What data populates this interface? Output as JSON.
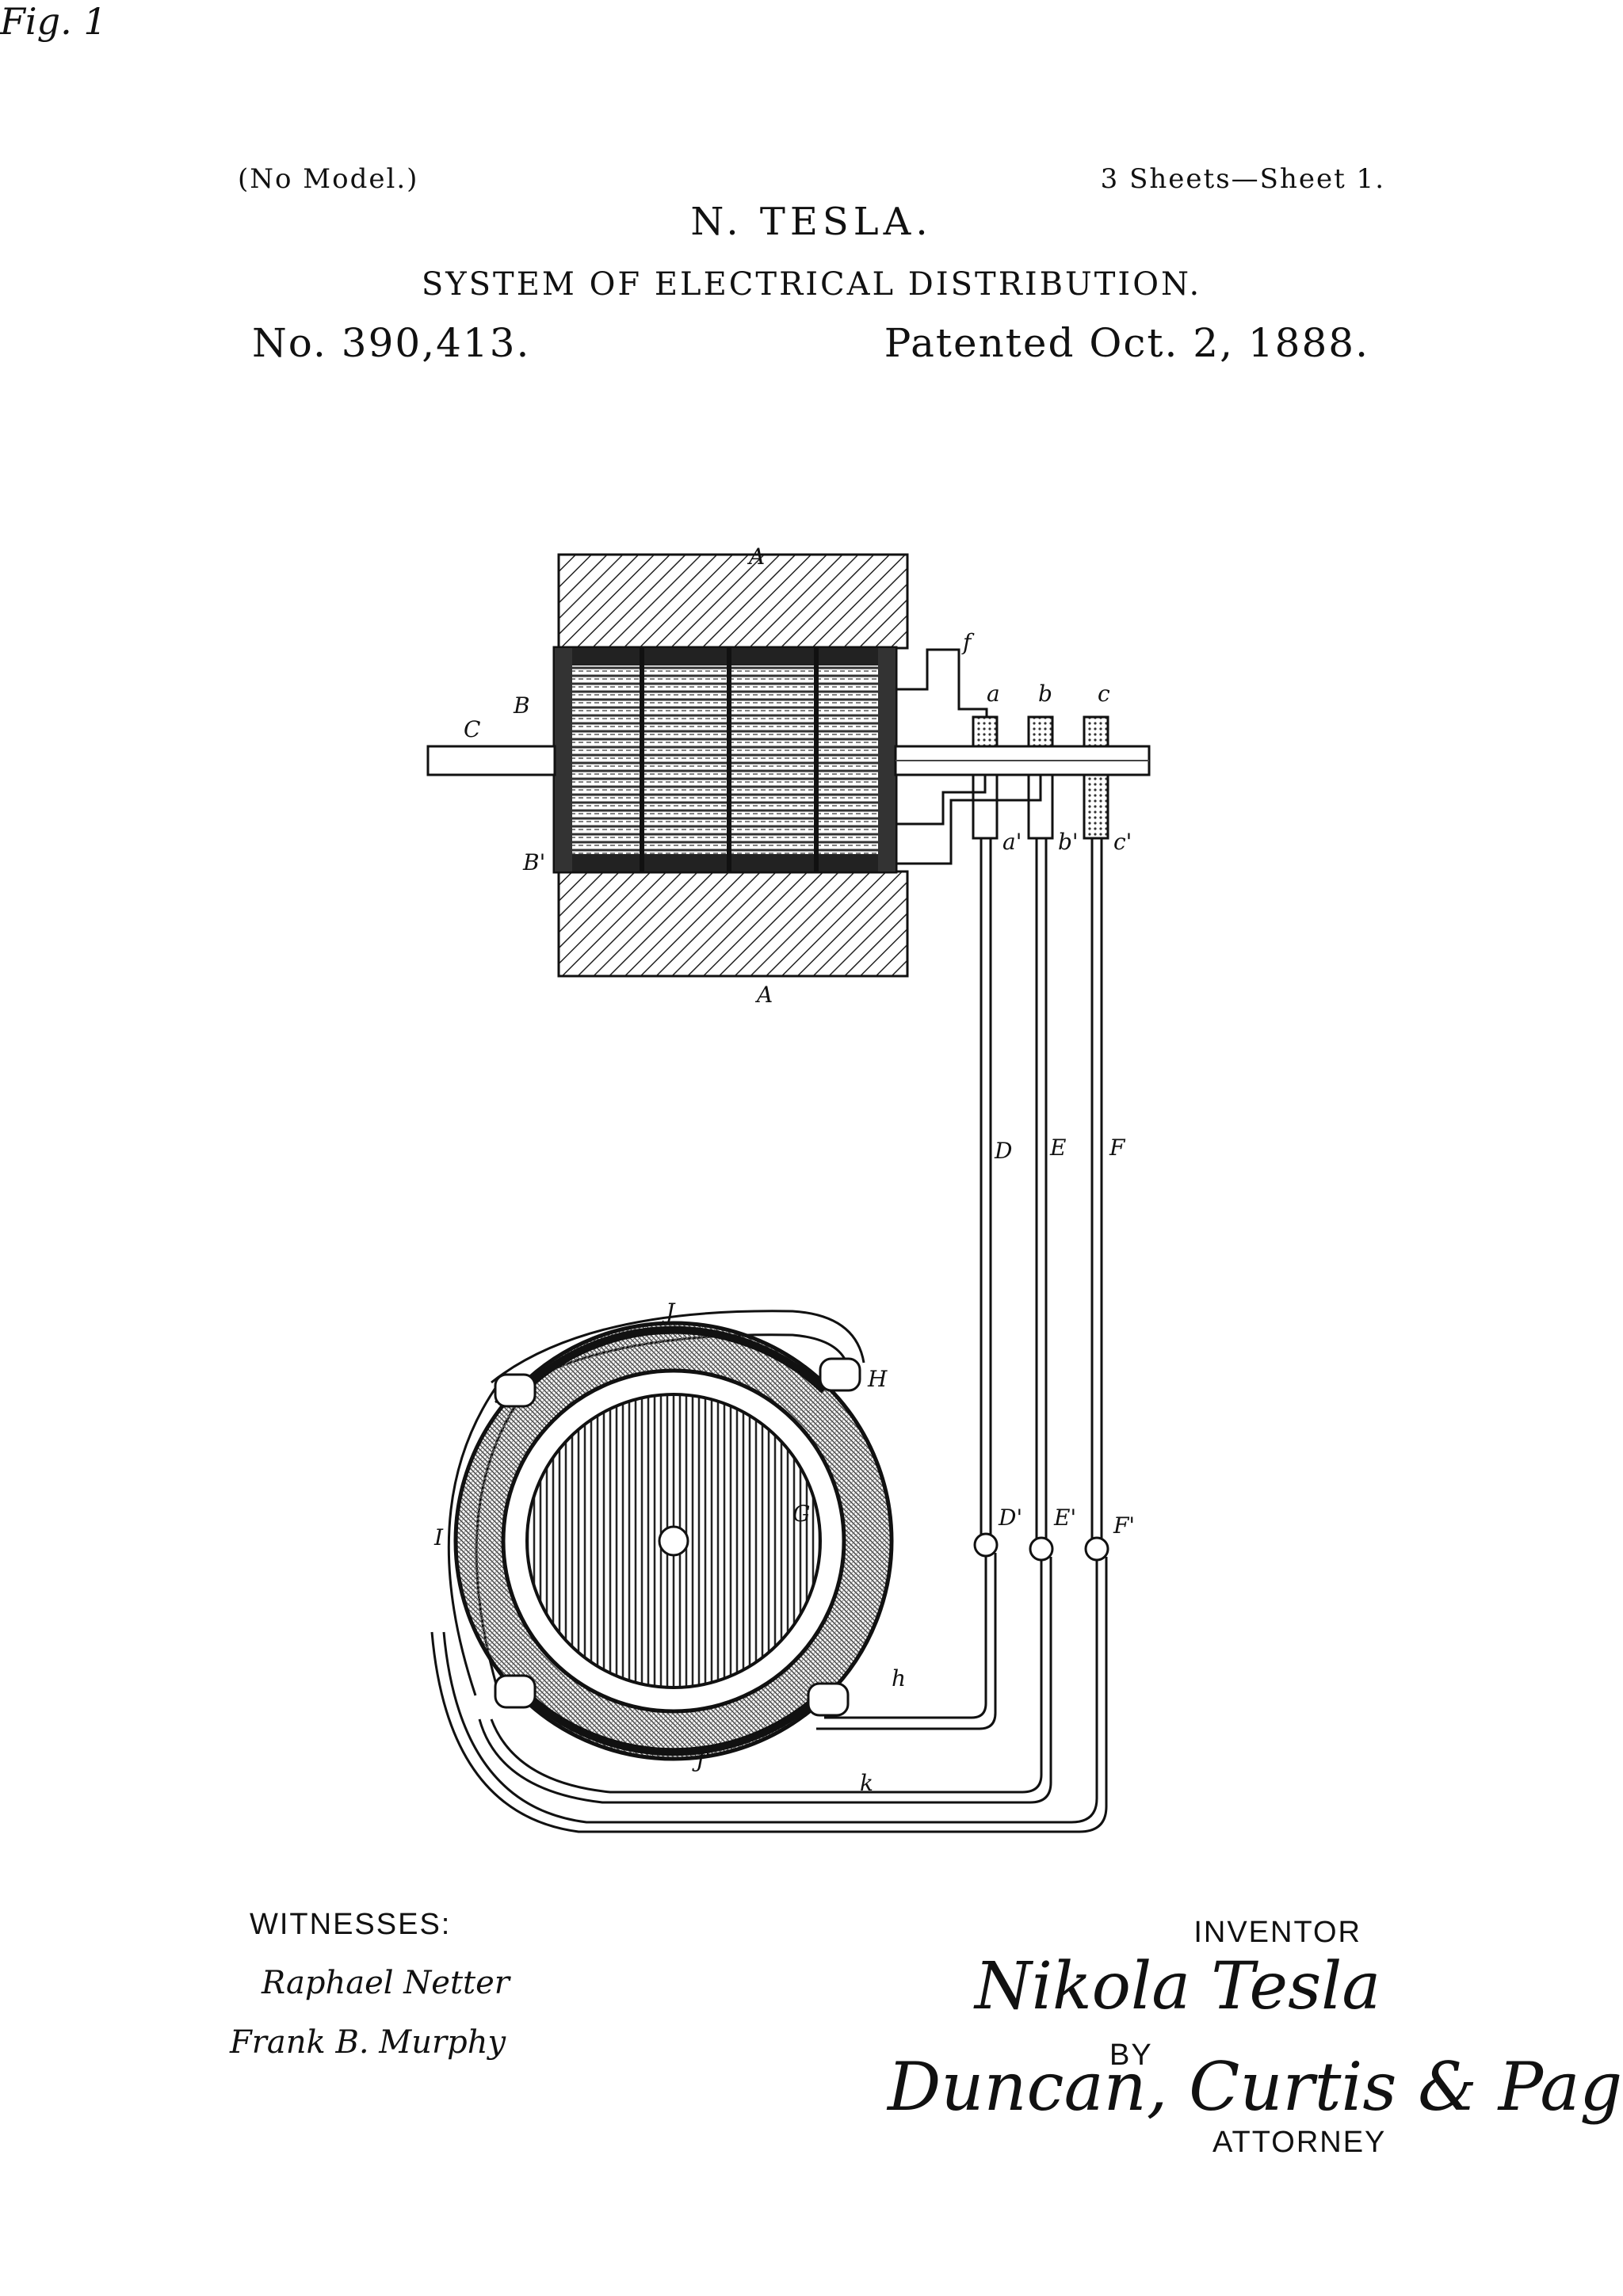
{
  "header": {
    "no_model": "(No Model.)",
    "sheets": "3 Sheets—Sheet 1.",
    "inventor_name": "N. TESLA.",
    "title": "SYSTEM OF ELECTRICAL DISTRIBUTION.",
    "patent_number": "No. 390,413.",
    "patented_date": "Patented Oct. 2, 1888."
  },
  "figure": {
    "label": "Fig. 1",
    "reference_letters": {
      "A_top": "A",
      "A_bottom": "A",
      "B": "B",
      "B1": "B'",
      "C": "C",
      "f": "f",
      "a": "a",
      "b": "b",
      "c": "c",
      "a1": "a'",
      "b1": "b'",
      "c1": "c'",
      "D": "D",
      "E": "E",
      "F": "F",
      "D1": "D'",
      "E1": "E'",
      "F1": "F'",
      "J": "J",
      "J1": "J'",
      "H": "H",
      "I": "I",
      "G": "G",
      "h": "h",
      "k": "k"
    }
  },
  "footer": {
    "witnesses_label": "WITNESSES:",
    "witness_1": "Raphael Netter",
    "witness_2": "Frank B. Murphy",
    "inventor_label": "INVENTOR",
    "inventor_signature": "Nikola Tesla",
    "by_label": "BY",
    "attorney_signature": "Duncan, Curtis & Page",
    "attorney_label": "ATTORNEY"
  }
}
